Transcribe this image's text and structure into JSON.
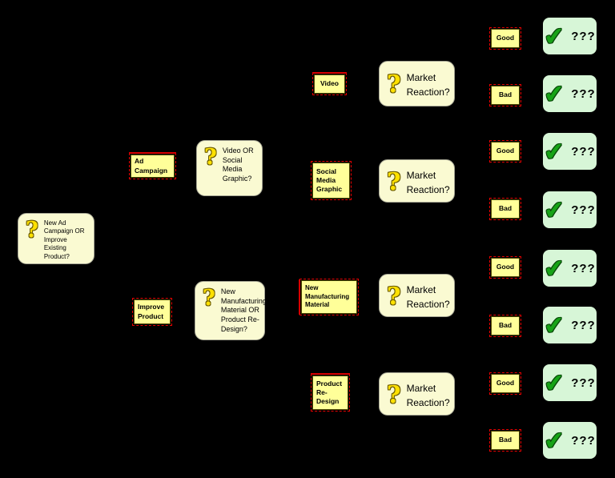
{
  "icons": {
    "question": "?",
    "check": "✔"
  },
  "colors": {
    "background": "#000000",
    "option_box_fill": "#FFFF99",
    "option_box_border": "#4F4400",
    "option_box_accent": "#E60000",
    "decision_node_fill": "#FAFAD2",
    "outcome_node_fill": "#D7F6D7",
    "outcome_node_border": "#000000",
    "question_icon_color": "#FFE100",
    "check_icon_color": "#17A317",
    "text_color": "#000000"
  },
  "nodes": {
    "root_decision": {
      "icon": "question-mark-icon",
      "label": "New Ad\nCampaign OR\nImprove Existing\nProduct?"
    },
    "branch_ad_campaign": {
      "label": "Ad\nCampaign"
    },
    "branch_improve_product": {
      "label": "Improve\nProduct"
    },
    "decision_video_or_social": {
      "icon": "question-mark-icon",
      "label": "Video OR\nSocial\nMedia\nGraphic?"
    },
    "decision_material_or_redesign": {
      "icon": "question-mark-icon",
      "label": "New\nManufacturing\nMaterial OR\nProduct Re-\nDesign?"
    },
    "option_video": {
      "label": "Video"
    },
    "option_social_media_graphic": {
      "label": "Social\nMedia\nGraphic"
    },
    "option_new_manufacturing_material": {
      "label": "New\nManufacturing\nMaterial"
    },
    "option_product_redesign": {
      "label": "Product\nRe-\nDesign"
    },
    "market_reaction": {
      "icon": "question-mark-icon",
      "label": "Market\nReaction?"
    },
    "outcome": {
      "icon": "check-mark-icon",
      "label": "???"
    }
  },
  "chance_sequence": [
    "Good",
    "Bad",
    "Good",
    "Bad",
    "Good",
    "Bad",
    "Good",
    "Bad"
  ]
}
